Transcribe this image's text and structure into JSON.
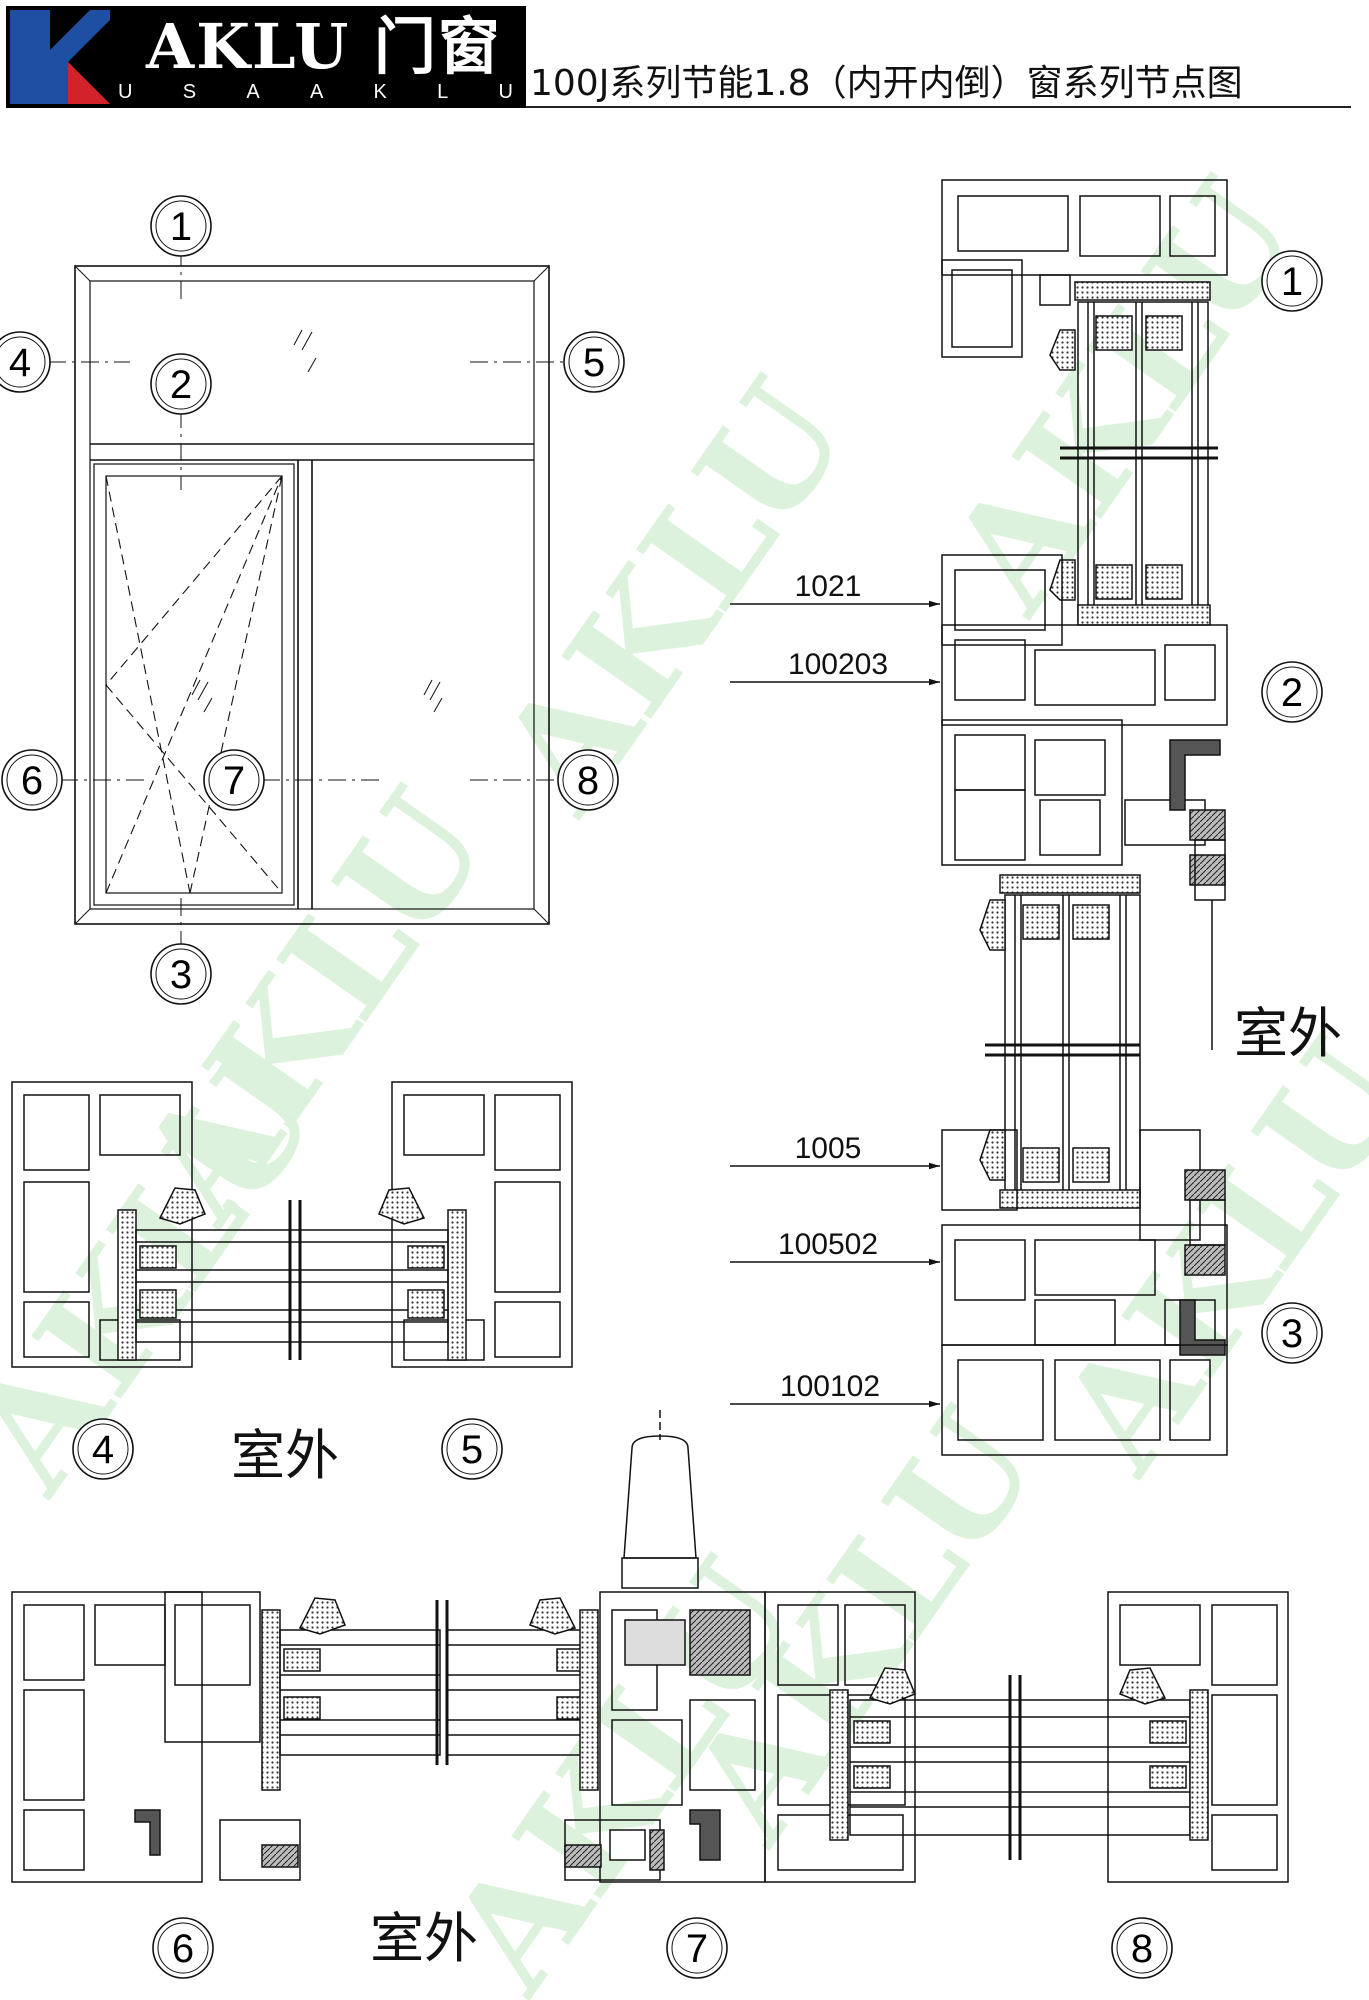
{
  "header": {
    "logo_text": "AKLU 门窗",
    "logo_sub": [
      "U",
      "S",
      "A",
      "A",
      "K",
      "L",
      "U"
    ],
    "title": "100J系列节能1.8（内开内倒）窗系列节点图"
  },
  "elevation": {
    "markers": [
      "1",
      "2",
      "3",
      "4",
      "5",
      "6",
      "7",
      "8"
    ]
  },
  "vertical_section": {
    "markers": [
      "1",
      "2",
      "3"
    ],
    "callouts": [
      "1021",
      "100203",
      "1005",
      "100502",
      "100102"
    ],
    "outside_label": "室外"
  },
  "section_4_5": {
    "markers": [
      "4",
      "5"
    ],
    "outside_label": "室外"
  },
  "section_6_7_8": {
    "markers": [
      "6",
      "7",
      "8"
    ],
    "outside_label": "室外"
  },
  "watermark": "AKLU",
  "colors": {
    "ink": "#111111",
    "watermark": "#c9ebc9",
    "header_bg": "#000000",
    "logo_red": "#d2232a",
    "logo_blue": "#1f4fa3"
  }
}
